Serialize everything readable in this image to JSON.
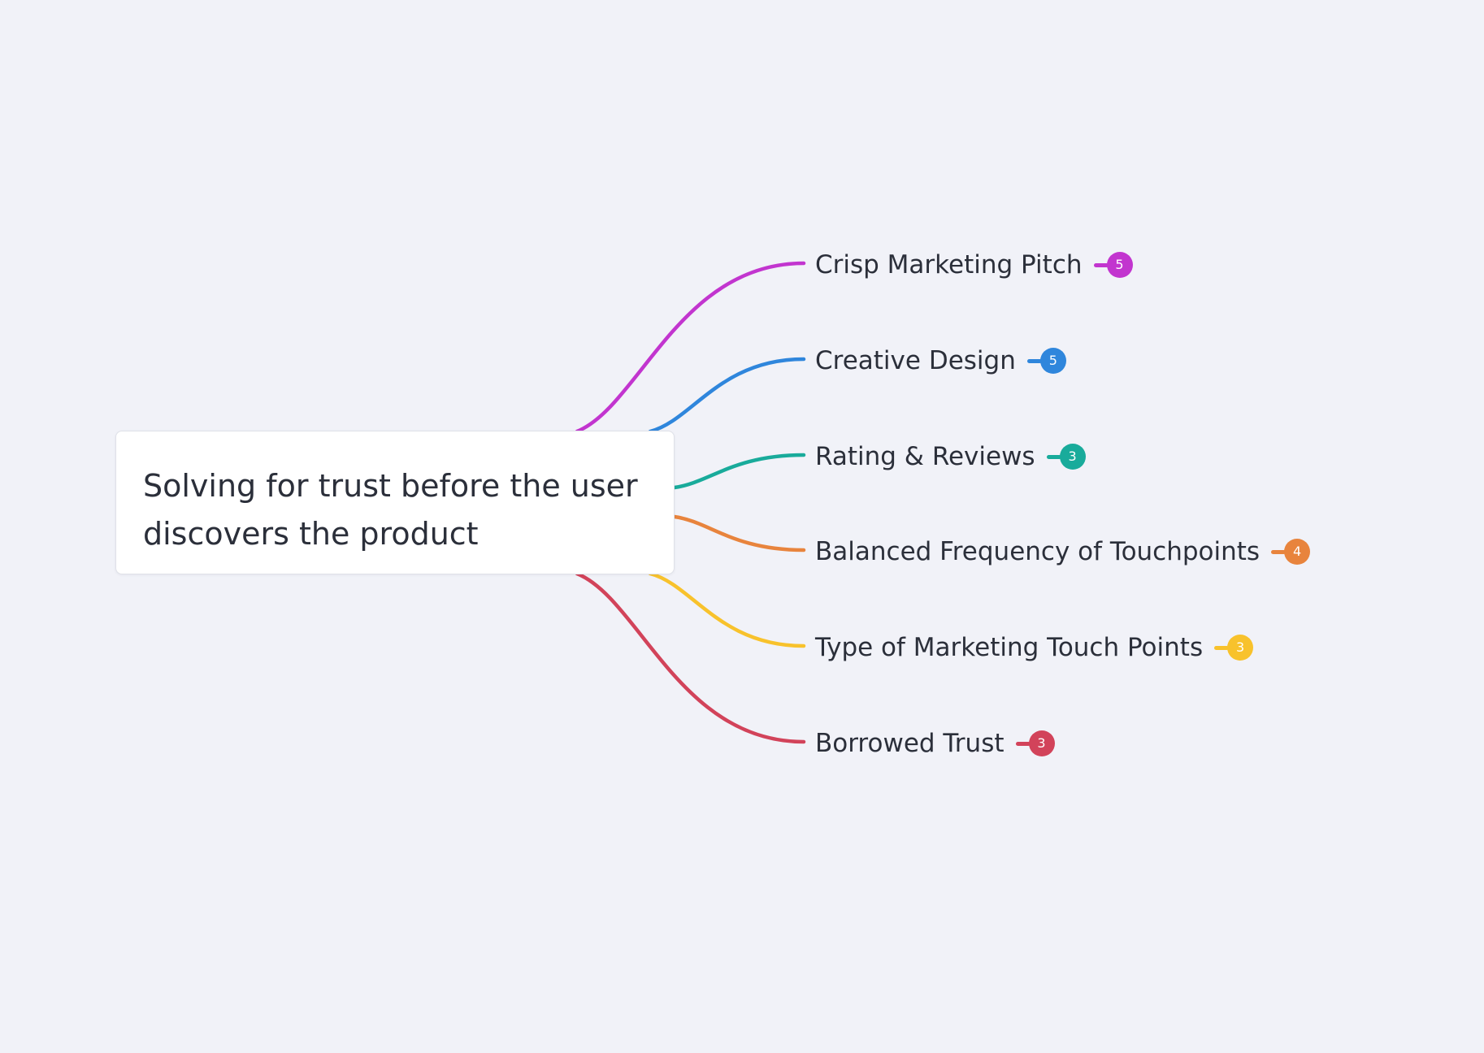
{
  "root": {
    "title": "Solving for trust before the user discovers the product"
  },
  "branches": [
    {
      "label": "Crisp Marketing Pitch",
      "count": "5",
      "color": "#c235cf"
    },
    {
      "label": "Creative Design",
      "count": "5",
      "color": "#2f86dc"
    },
    {
      "label": "Rating & Reviews",
      "count": "3",
      "color": "#19ab9b"
    },
    {
      "label": "Balanced Frequency of Touchpoints",
      "count": "4",
      "color": "#e8843d"
    },
    {
      "label": "Type of Marketing Touch Points",
      "count": "3",
      "color": "#f8c22c"
    },
    {
      "label": "Borrowed Trust",
      "count": "3",
      "color": "#d2435a"
    }
  ]
}
